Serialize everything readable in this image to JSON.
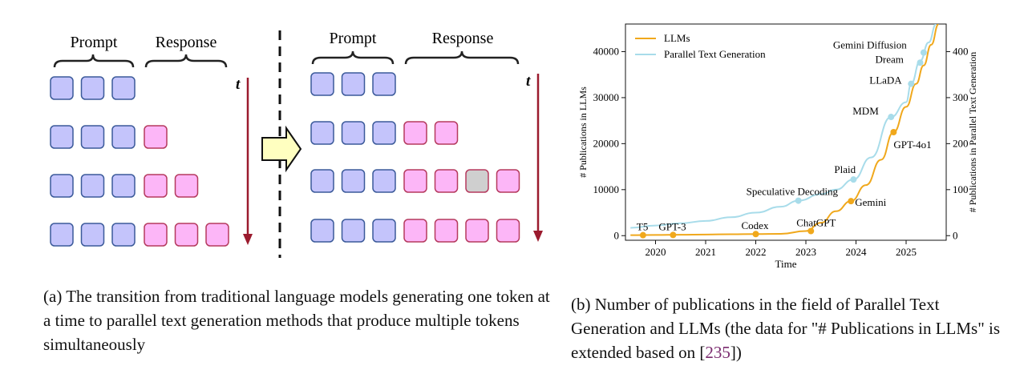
{
  "figure_a": {
    "left_prompt_label": "Prompt",
    "left_response_label": "Response",
    "right_prompt_label": "Prompt",
    "right_response_label": "Response",
    "time_label_left": "t",
    "time_label_right": "t",
    "colors": {
      "prompt_fill": "#c4c4fb",
      "prompt_stroke": "#3b5a9a",
      "response_fill": "#fcb6f7",
      "response_stroke": "#b53a5e",
      "masked_fill": "#cfcfcf",
      "arrow_down": "#9b1b2e",
      "transition_arrow": "#ffffc0"
    },
    "left_rows": [
      {
        "prompt": 3,
        "response": 0
      },
      {
        "prompt": 3,
        "response": 1
      },
      {
        "prompt": 3,
        "response": 2
      },
      {
        "prompt": 3,
        "response": 3
      }
    ],
    "right_rows": [
      {
        "prompt": 3,
        "response": [],
        "masked_index": -1
      },
      {
        "prompt": 3,
        "response": 2,
        "masked_index": -1
      },
      {
        "prompt": 3,
        "response": 4,
        "masked_index": 2
      },
      {
        "prompt": 3,
        "response": 4,
        "masked_index": -1
      }
    ]
  },
  "caption_a": {
    "tag": "(a)",
    "text": "The transition from traditional language models generating one token at a time to parallel text generation methods that produce multiple tokens simultaneously"
  },
  "caption_b": {
    "tag": "(b)",
    "text": "Number of publications in the field of Parallel Text Generation and LLMs (the data for \"# Publications in LLMs\" is extended based on [",
    "cite": "235",
    "tail": "])"
  },
  "chart_data": {
    "type": "line",
    "title": "",
    "xlabel": "Time",
    "ylabel_left": "# Publications in LLMs",
    "ylabel_right": "# Publications in Parallel Text Generation",
    "xlim": [
      2019.4,
      2025.8
    ],
    "ylim_left": [
      -1000,
      46000
    ],
    "ylim_right": [
      -10,
      460
    ],
    "x_ticks": [
      2020,
      2021,
      2022,
      2023,
      2024,
      2025
    ],
    "y_ticks_left": [
      0,
      10000,
      20000,
      30000,
      40000
    ],
    "y_ticks_right": [
      0,
      100,
      200,
      300,
      400
    ],
    "grid": false,
    "legend_position": "top-left",
    "series": [
      {
        "name": "LLMs",
        "color": "#f0a81c",
        "axis": "left",
        "x": [
          2019.5,
          2020.0,
          2020.5,
          2021.0,
          2021.5,
          2022.0,
          2022.5,
          2023.0,
          2023.3,
          2023.6,
          2023.9,
          2024.2,
          2024.5,
          2024.75,
          2025.0,
          2025.2,
          2025.35,
          2025.5,
          2025.65
        ],
        "y": [
          100,
          150,
          200,
          250,
          300,
          350,
          400,
          1000,
          2800,
          5300,
          7500,
          11000,
          16500,
          22500,
          28000,
          33000,
          37000,
          41500,
          46000
        ]
      },
      {
        "name": "Parallel Text Generation",
        "color": "#a8dcea",
        "axis": "right",
        "x": [
          2019.5,
          2020.0,
          2020.5,
          2021.0,
          2021.5,
          2022.0,
          2022.5,
          2022.85,
          2023.3,
          2023.6,
          2023.95,
          2024.3,
          2024.7,
          2025.0,
          2025.1,
          2025.28,
          2025.45,
          2025.6
        ],
        "y": [
          17,
          22,
          27,
          32,
          40,
          50,
          63,
          76,
          90,
          100,
          122,
          170,
          258,
          290,
          330,
          380,
          420,
          460
        ]
      }
    ],
    "annotations": [
      {
        "label": "T5",
        "x": 2019.75,
        "y": 100,
        "axis": "left",
        "series": "LLMs"
      },
      {
        "label": "GPT-3",
        "x": 2020.35,
        "y": 150,
        "axis": "left",
        "series": "LLMs"
      },
      {
        "label": "Codex",
        "x": 2022.0,
        "y": 350,
        "axis": "left",
        "series": "LLMs"
      },
      {
        "label": "ChatGPT",
        "x": 2023.1,
        "y": 1000,
        "axis": "left",
        "series": "LLMs"
      },
      {
        "label": "Gemini",
        "x": 2023.9,
        "y": 7500,
        "axis": "left",
        "series": "LLMs"
      },
      {
        "label": "GPT-4o1",
        "x": 2024.75,
        "y": 22500,
        "axis": "left",
        "series": "LLMs"
      },
      {
        "label": "Speculative Decoding",
        "x": 2022.85,
        "y": 76,
        "axis": "right",
        "series": "Parallel Text Generation"
      },
      {
        "label": "Plaid",
        "x": 2023.95,
        "y": 122,
        "axis": "right",
        "series": "Parallel Text Generation"
      },
      {
        "label": "MDM",
        "x": 2024.7,
        "y": 258,
        "axis": "right",
        "series": "Parallel Text Generation"
      },
      {
        "label": "LLaDA",
        "x": 2025.1,
        "y": 330,
        "axis": "right",
        "series": "Parallel Text Generation"
      },
      {
        "label": "Dream",
        "x": 2025.28,
        "y": 376,
        "axis": "right",
        "series": "Parallel Text Generation"
      },
      {
        "label": "Gemini Diffusion",
        "x": 2025.35,
        "y": 398,
        "axis": "right",
        "series": "Parallel Text Generation"
      }
    ]
  }
}
